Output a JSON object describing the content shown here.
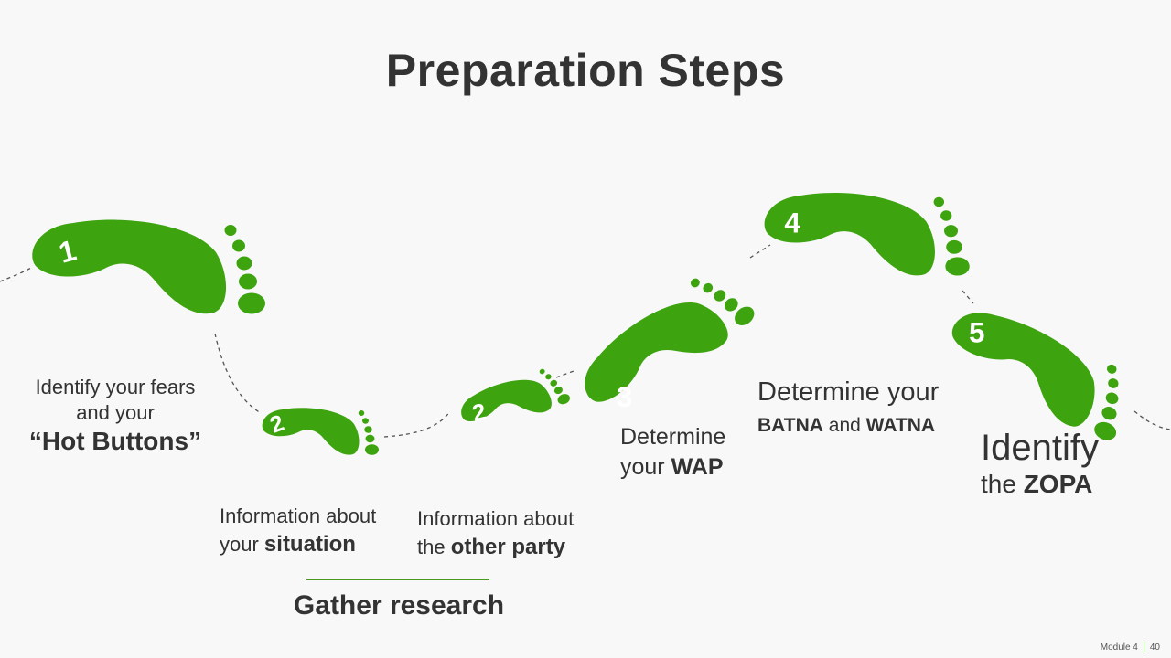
{
  "colors": {
    "foot": "#3da30f",
    "text": "#333333",
    "path": "#555555"
  },
  "title": "Preparation Steps",
  "feet": [
    {
      "number": "1"
    },
    {
      "number": "2"
    },
    {
      "number": "2"
    },
    {
      "number": "3"
    },
    {
      "number": "4"
    },
    {
      "number": "5"
    }
  ],
  "step1": {
    "line1": "Identify your fears",
    "line2": "and your",
    "line3": "“Hot Buttons”"
  },
  "situation": {
    "line1": "Information about",
    "prefix": "your ",
    "bold": "situation"
  },
  "other_party": {
    "line1": "Information about",
    "prefix": "the ",
    "bold": "other party"
  },
  "wap": {
    "line1": "Determine",
    "prefix": "your ",
    "bold": "WAP"
  },
  "batna": {
    "line1": "Determine your",
    "bold1": "BATNA",
    "mid": " and ",
    "bold2": "WATNA"
  },
  "zopa": {
    "line1": "Identify",
    "prefix": "the ",
    "bold": "ZOPA"
  },
  "gather": "Gather research",
  "footer": {
    "module": "Module 4",
    "page": "40"
  }
}
